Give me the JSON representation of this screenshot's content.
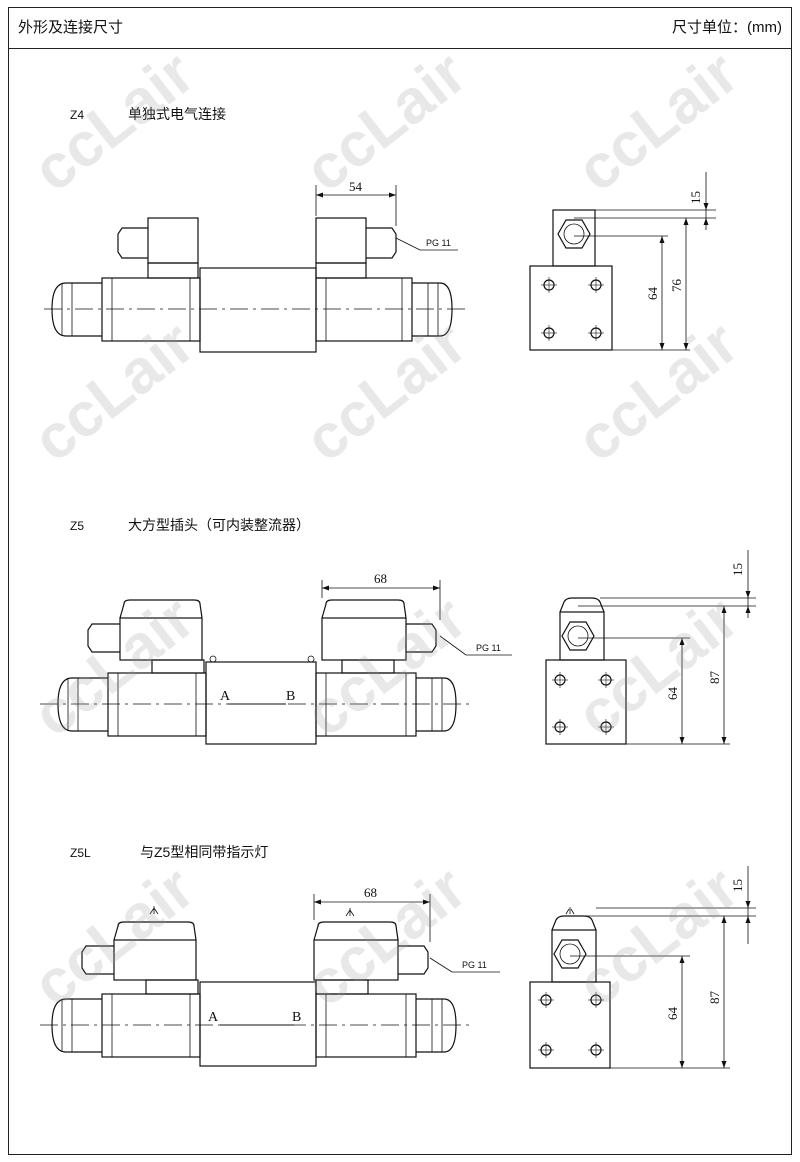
{
  "header": {
    "title": "外形及连接尺寸",
    "unit": "尺寸单位：(mm)"
  },
  "watermark": "ccLair",
  "sections": [
    {
      "code": "Z4",
      "title": "单独式电气连接",
      "dims": {
        "top": "54",
        "side_top": "15",
        "side_mid": "64",
        "side_total": "76"
      },
      "port": "PG 11"
    },
    {
      "code": "Z5",
      "title": "大方型插头（可内装整流器）",
      "dims": {
        "top": "68",
        "side_top": "15",
        "side_mid": "64",
        "side_total": "87"
      },
      "port": "PG 11",
      "ports": {
        "a": "A",
        "b": "B"
      }
    },
    {
      "code": "Z5L",
      "title": "与Z5型相同带指示灯",
      "dims": {
        "top": "68",
        "side_top": "15",
        "side_mid": "64",
        "side_total": "87"
      },
      "port": "PG 11",
      "ports": {
        "a": "A",
        "b": "B"
      }
    }
  ]
}
